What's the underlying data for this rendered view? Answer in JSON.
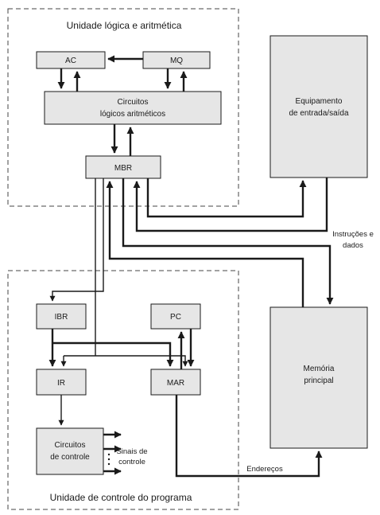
{
  "regions": {
    "alu": "Unidade lógica e aritmética",
    "pcu": "Unidade de controle do programa"
  },
  "boxes": {
    "ac": "AC",
    "mq": "MQ",
    "alc_line1": "Circuitos",
    "alc_line2": "lógicos aritméticos",
    "mbr": "MBR",
    "io_line1": "Equipamento",
    "io_line2": "de entrada/saída",
    "ibr": "IBR",
    "pc": "PC",
    "ir": "IR",
    "mar": "MAR",
    "cc_line1": "Circuitos",
    "cc_line2": "de controle",
    "mem_line1": "Memória",
    "mem_line2": "principal"
  },
  "labels": {
    "instr_line1": "Instruções e",
    "instr_line2": "dados",
    "signals_line1": "Sinais de",
    "signals_line2": "controle",
    "addresses": "Endereços"
  },
  "colors": {
    "box_fill": "#e6e6e6",
    "stroke": "#1a1a1a"
  }
}
